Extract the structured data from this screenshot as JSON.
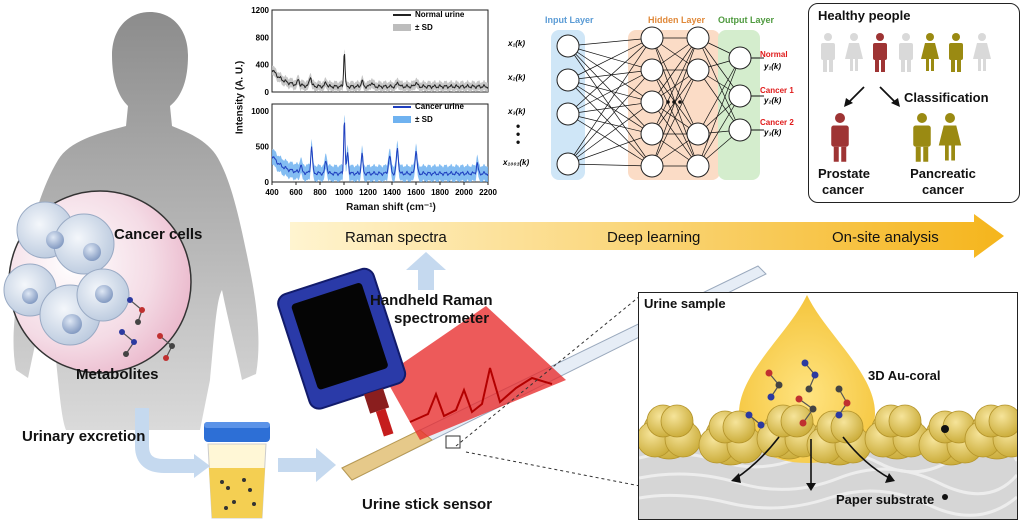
{
  "body": {
    "cancer_cells": "Cancer cells",
    "metabolites": "Metabolites",
    "urinary_excretion": "Urinary excretion"
  },
  "sensor": {
    "spectrometer_line1": "Handheld Raman",
    "spectrometer_line2": "spectrometer",
    "stick_label": "Urine stick sensor"
  },
  "workflow": {
    "steps": [
      "Raman spectra",
      "Deep learning",
      "On-site analysis"
    ]
  },
  "spectra": {
    "ylabel": "Intensity (A. U.)",
    "xlabel": "Raman shift (cm⁻¹)",
    "x_ticks": [
      "400",
      "600",
      "800",
      "1000",
      "1200",
      "1400",
      "1600",
      "1800",
      "2000",
      "2200"
    ],
    "top_y_ticks": [
      "1200",
      "800",
      "400",
      "0"
    ],
    "bottom_y_ticks": [
      "1000",
      "500",
      "0"
    ],
    "legend_top": [
      "Normal urine",
      "± SD"
    ],
    "legend_bottom": [
      "Cancer urine",
      "± SD"
    ],
    "colors": {
      "normal": "#222222",
      "normal_sd": "#bdbdbd",
      "cancer": "#1f3fbf",
      "cancer_sd": "#6fb2f0"
    }
  },
  "network": {
    "input_label": "Input Layer",
    "hidden_label": "Hidden Layer",
    "output_label": "Output Layer",
    "inputs": [
      "x₁(k)",
      "x₂(k)",
      "x₃(k)",
      "x₁₀₀₁(k)"
    ],
    "outputs": [
      "y₁(k)",
      "y₂(k)",
      "y₃(k)"
    ],
    "classes": [
      "Normal",
      "Cancer 1",
      "Cancer 2"
    ],
    "colors": {
      "input": "#a9d3f2",
      "hidden": "#f6c9a8",
      "output": "#b7e0b0",
      "class": "#e01b1b"
    }
  },
  "classification": {
    "title": "Healthy people",
    "label": "Classification",
    "prostate": [
      "Prostate",
      "cancer"
    ],
    "pancreatic": [
      "Pancreatic",
      "cancer"
    ],
    "colors": {
      "healthy": "#d9d9d9",
      "prostate": "#9e3434",
      "pancreatic": "#9a8a12"
    }
  },
  "inset": {
    "title": "Urine sample",
    "coral": "3D Au-coral",
    "substrate": "Paper substrate"
  }
}
